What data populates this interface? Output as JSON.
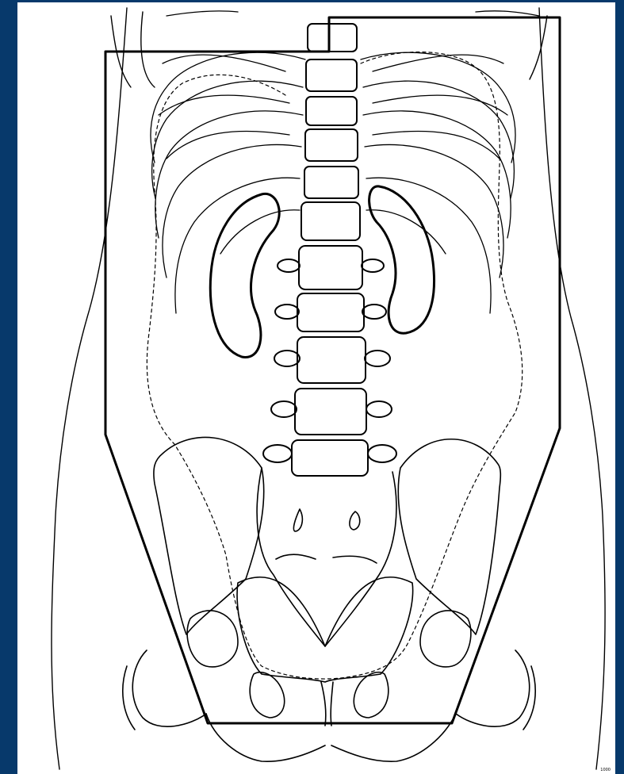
{
  "figure": {
    "frame_color": "#07396b",
    "paper_color": "#ffffff",
    "ink_color": "#000000",
    "subject": "abdomen-pelvis-radiation-field-outline",
    "structures": [
      "field-border",
      "body-contour",
      "ribs",
      "lumbar-vertebrae",
      "kidneys",
      "pelvis",
      "sacrum",
      "femoral-heads",
      "dashed-contour"
    ],
    "corner_mark": "1000"
  }
}
